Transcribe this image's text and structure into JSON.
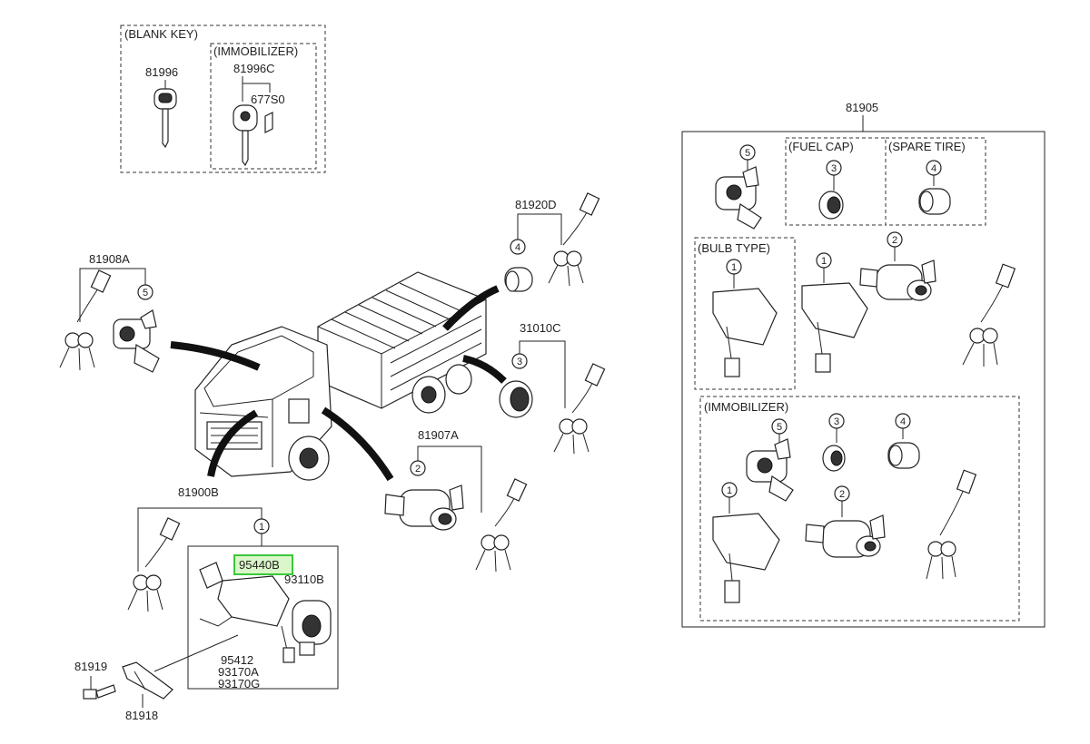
{
  "group_labels": {
    "blank_key": "(BLANK KEY)",
    "immobilizer_top": "(IMMOBILIZER)",
    "fuel_cap": "(FUEL CAP)",
    "spare_tire": "(SPARE TIRE)",
    "bulb_type": "(BULB TYPE)",
    "immobilizer_right": "(IMMOBILIZER)"
  },
  "part_numbers": {
    "p81996": "81996",
    "p81996c": "81996C",
    "p677s0": "677S0",
    "p81905": "81905",
    "p81920d": "81920D",
    "p81908a": "81908A",
    "p31010c": "31010C",
    "p81907a": "81907A",
    "p81900b": "81900B",
    "p95440b": "95440B",
    "p93110b": "93110B",
    "p95412": "95412",
    "p93170a": "93170A",
    "p93170g": "93170G",
    "p81919": "81919",
    "p81918": "81918"
  },
  "callouts": {
    "c1": "1",
    "c2": "2",
    "c3": "3",
    "c4": "4",
    "c5": "5"
  },
  "highlight_color": "#3cc73c"
}
